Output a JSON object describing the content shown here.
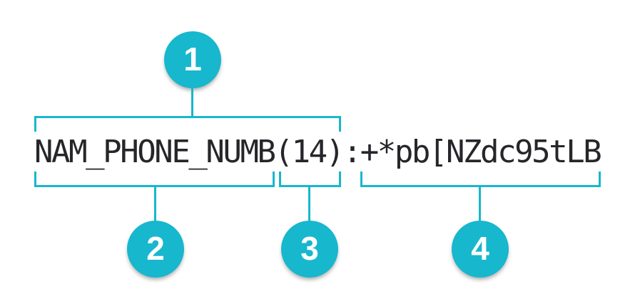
{
  "colors": {
    "accent": "#17b7cd",
    "code_text": "#26262a",
    "background": "#ffffff"
  },
  "code": {
    "full_string": "NAM_PHONE_NUMB(14):+*pb[NZdc95tLB"
  },
  "callouts": [
    {
      "number": "1",
      "covers_text": "NAM_PHONE_NUMB(14)"
    },
    {
      "number": "2",
      "covers_text": "NAM_PHONE_NUMB"
    },
    {
      "number": "3",
      "covers_text": "(14)"
    },
    {
      "number": "4",
      "covers_text": "+*pb[NZdc95tLB"
    }
  ]
}
